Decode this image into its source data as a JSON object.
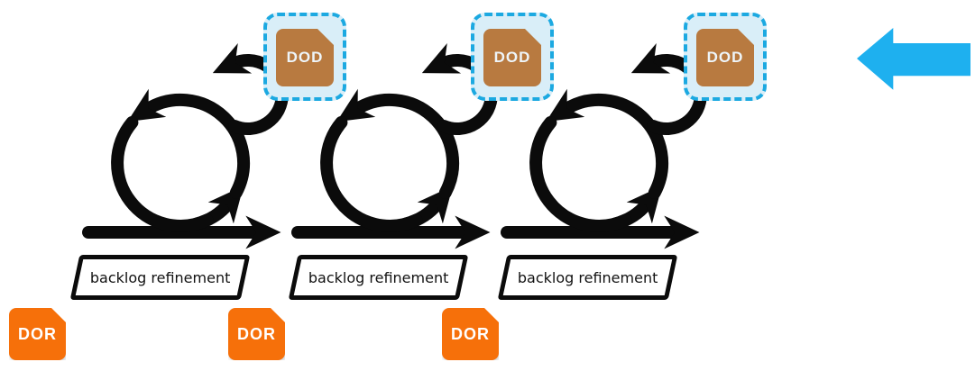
{
  "diagram": {
    "description": "scrum-sprint-cycle-diagram",
    "sprints": [
      {
        "refinement_label": "backlog refinement",
        "dod_label": "DOD",
        "dor_label": "DOR"
      },
      {
        "refinement_label": "backlog refinement",
        "dod_label": "DOD",
        "dor_label": "DOR"
      },
      {
        "refinement_label": "backlog refinement",
        "dod_label": "DOD",
        "dor_label": "DOR"
      }
    ],
    "back_arrow": {
      "direction": "left"
    },
    "colors": {
      "background": "#ffffff",
      "loop_black": "#0b0b0b",
      "dod_doc_fill": "#b87a40",
      "dod_halo_fill": "#d9eef8",
      "dod_dashed_border": "#1ca9e1",
      "dod_text": "#eef5f9",
      "dor_fill": "#f6700a",
      "dor_text": "#ffffff",
      "back_arrow_blue": "#1eb0ef"
    }
  }
}
